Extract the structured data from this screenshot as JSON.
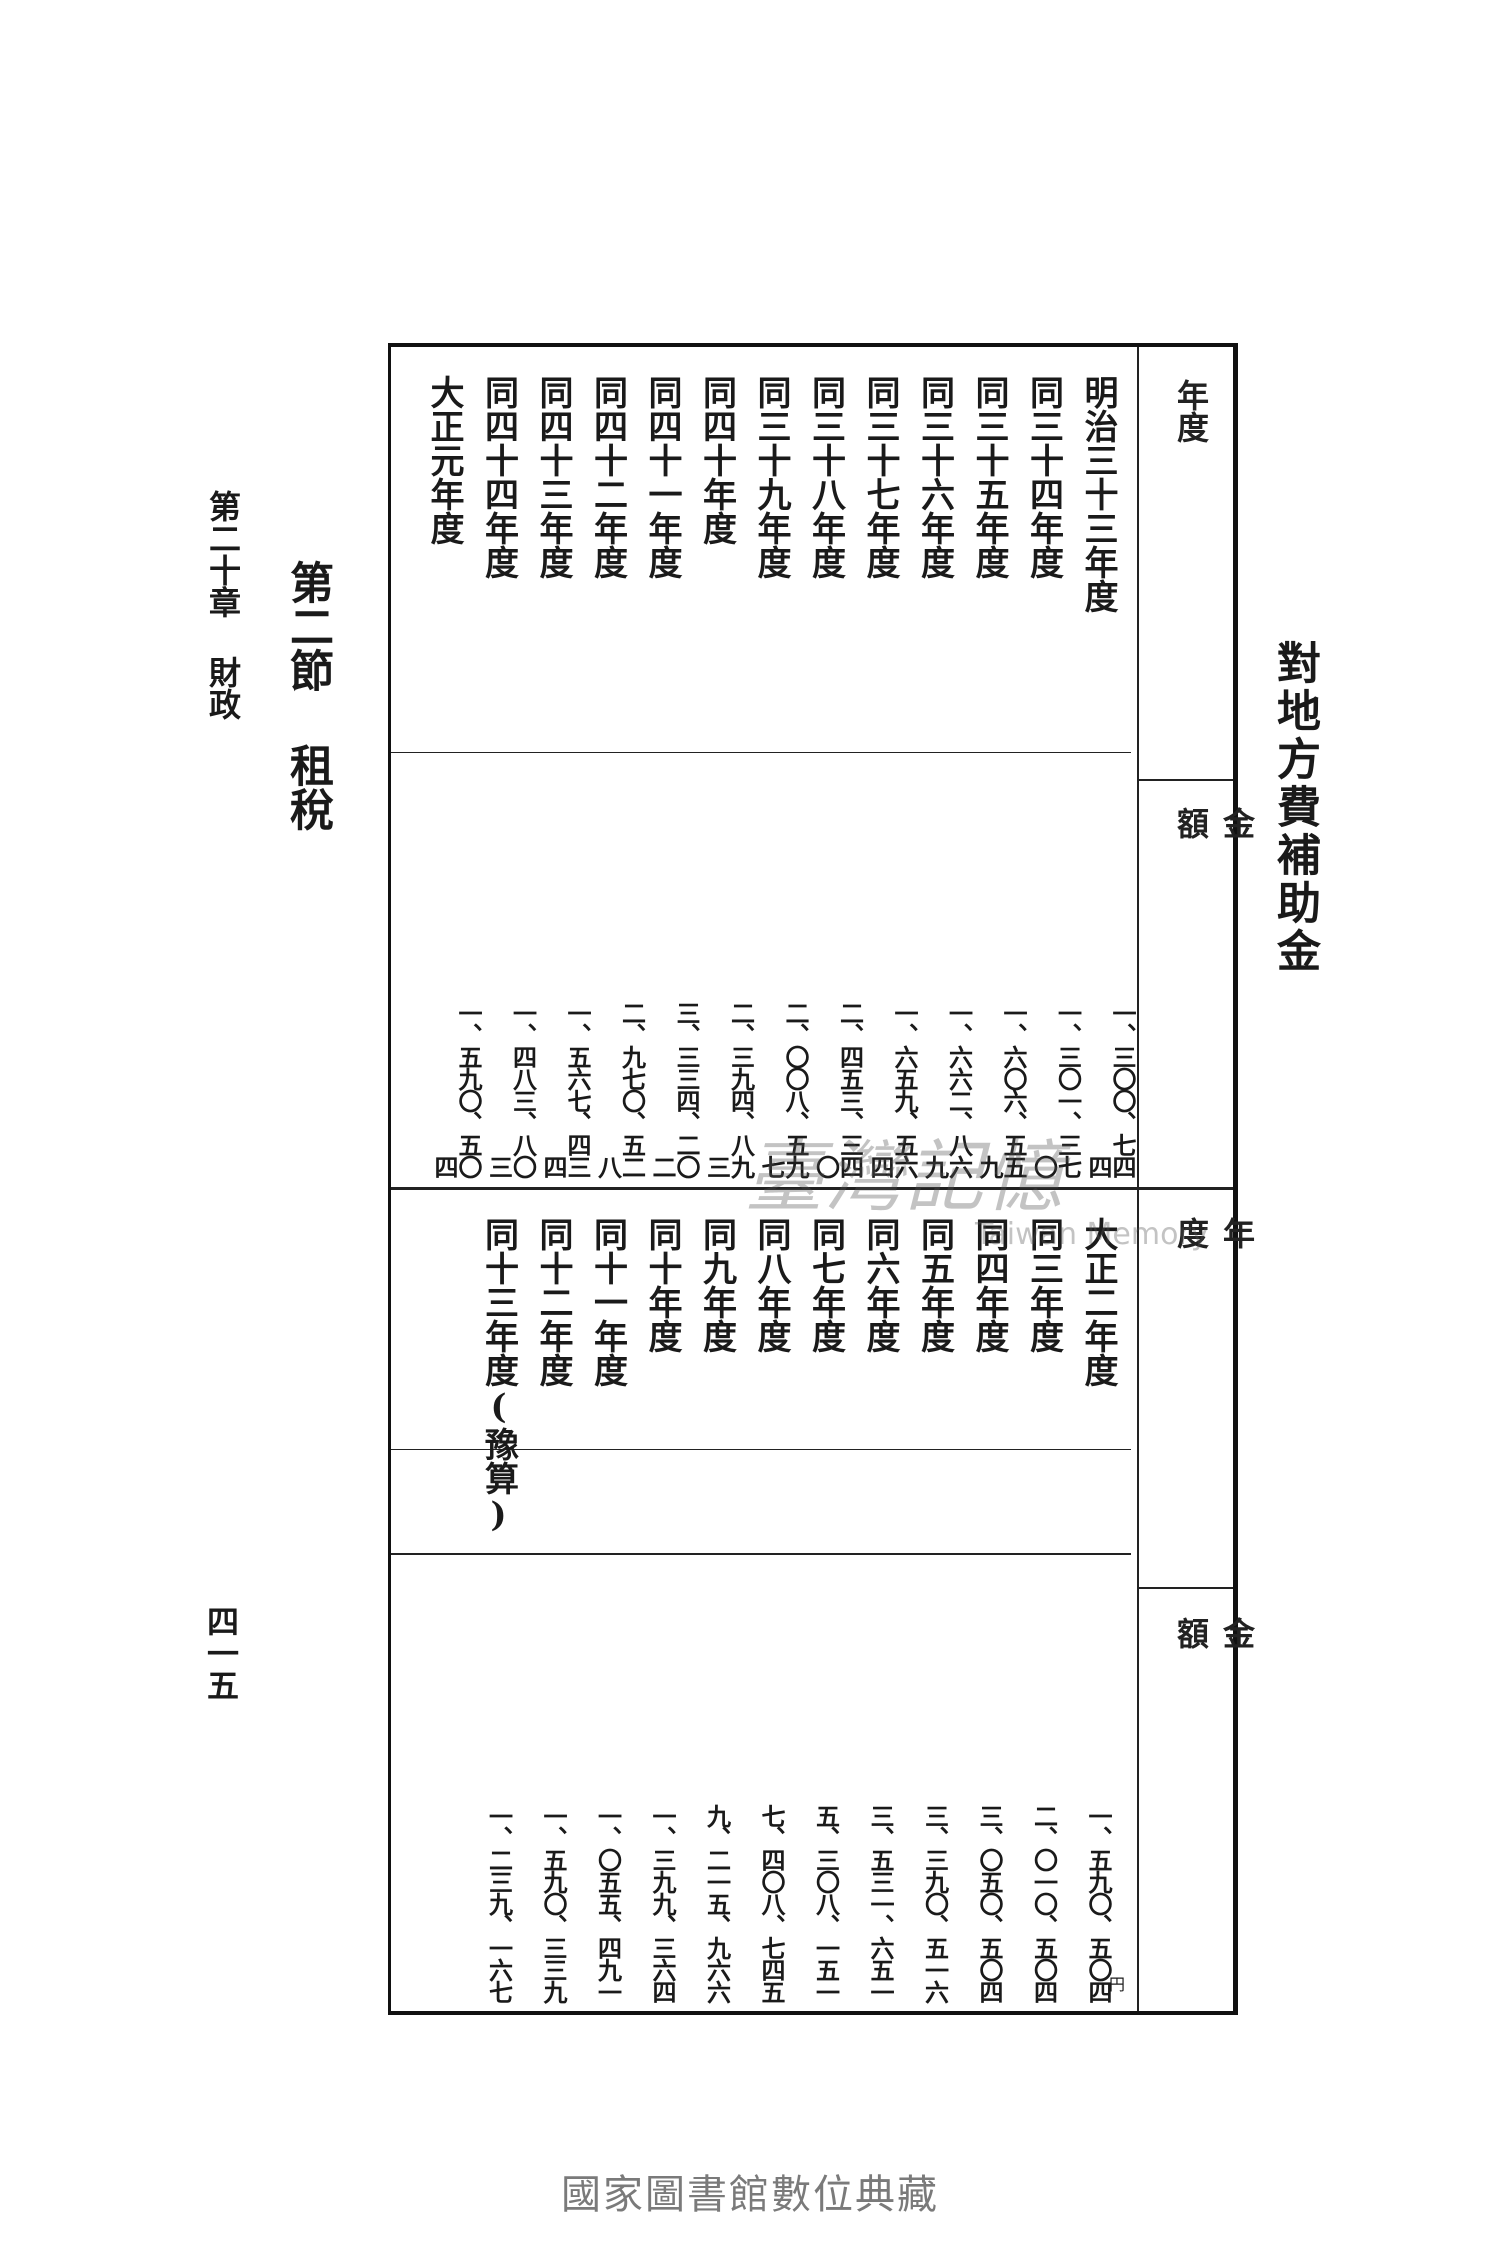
{
  "title": "對地方費補助金",
  "table": {
    "headers": {
      "year": "年度",
      "amount": "金額",
      "amount_unit": "円"
    },
    "left_rows": [
      {
        "year": "明治三十三年度",
        "amount": "一、三〇〇、七四四"
      },
      {
        "year": "同三十四年度",
        "amount": "一、三〇一、三七〇"
      },
      {
        "year": "同三十五年度",
        "amount": "一、六〇六、五五九"
      },
      {
        "year": "同三十六年度",
        "amount": "一、六六二、八六九"
      },
      {
        "year": "同三十七年度",
        "amount": "一、六五九、五六四"
      },
      {
        "year": "同三十八年度",
        "amount": "二、四五三、三四〇"
      },
      {
        "year": "同三十九年度",
        "amount": "二、〇〇八、五九七"
      },
      {
        "year": "同四十年度",
        "amount": "二、三九四、八九三"
      },
      {
        "year": "同四十一年度",
        "amount": "三、三三四、二〇二"
      },
      {
        "year": "同四十二年度",
        "amount": "二、九七〇、五二八"
      },
      {
        "year": "同四十三年度",
        "amount": "一、五六七、四三四"
      },
      {
        "year": "同四十四年度",
        "amount": "一、四八三、八〇三"
      },
      {
        "year": "大正元年度",
        "amount": "一、五九〇、五〇四"
      }
    ],
    "right_rows": [
      {
        "year": "大正二年度",
        "amount": "一、五九〇、五〇四"
      },
      {
        "year": "同三年度",
        "amount": "二、〇一〇、五〇四"
      },
      {
        "year": "同四年度",
        "amount": "三、〇五〇、五〇四"
      },
      {
        "year": "同五年度",
        "amount": "三、三九〇、五一六"
      },
      {
        "year": "同六年度",
        "amount": "三、五三一、六五一"
      },
      {
        "year": "同七年度",
        "amount": "五、三〇八、一五一"
      },
      {
        "year": "同八年度",
        "amount": "七、四〇八、七四五"
      },
      {
        "year": "同九年度",
        "amount": "九、二一五、九六六"
      },
      {
        "year": "同十年度",
        "amount": "一、三九九、三六四"
      },
      {
        "year": "同十一年度",
        "amount": "一、〇五五、四九一"
      },
      {
        "year": "同十二年度",
        "amount": "一、五九〇、三三九"
      },
      {
        "year": "同十三年度(豫算)",
        "amount": "一、二三九、一六七"
      }
    ]
  },
  "section_title": "第二節 租稅",
  "chapter_title": "第二十章 財政",
  "page_number": "四一五",
  "watermark": {
    "chinese": "臺灣記憶",
    "english": "Taiwan Memory"
  },
  "footer": "國家圖書館數位典藏"
}
